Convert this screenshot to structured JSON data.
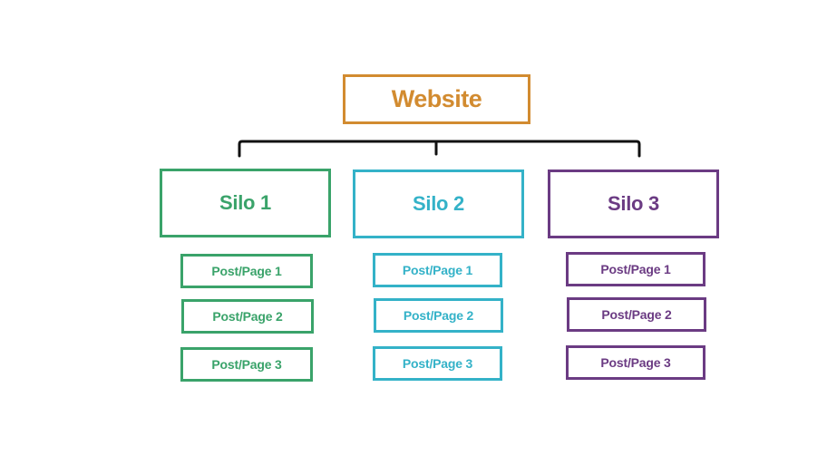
{
  "root": {
    "label": "Website",
    "color": "#d28b30"
  },
  "connector_color": "#111111",
  "silos": [
    {
      "label": "Silo 1",
      "color": "#3aa36a",
      "pages": [
        "Post/Page 1",
        "Post/Page 2",
        "Post/Page 3"
      ]
    },
    {
      "label": "Silo 2",
      "color": "#34b2c8",
      "pages": [
        "Post/Page 1",
        "Post/Page 2",
        "Post/Page 3"
      ]
    },
    {
      "label": "Silo 3",
      "color": "#6b3b83",
      "pages": [
        "Post/Page 1",
        "Post/Page 2",
        "Post/Page 3"
      ]
    }
  ]
}
